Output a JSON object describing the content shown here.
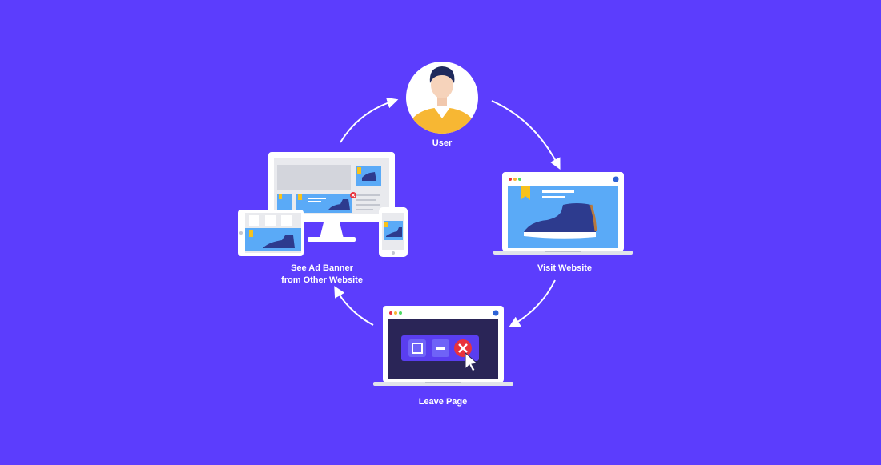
{
  "steps": {
    "user": {
      "label": "User"
    },
    "visit_website": {
      "label": "Visit Website"
    },
    "leave_page": {
      "label": "Leave Page"
    },
    "see_ad": {
      "label_line1": "See Ad Banner",
      "label_line2": "from Other Website"
    }
  },
  "icons": {
    "user": "user-avatar-icon",
    "visit": "laptop-shoe-icon",
    "leave": "laptop-close-window-icon",
    "ad": "multi-device-ad-banner-icon"
  },
  "colors": {
    "background": "#5c3dfd",
    "arrow": "#ffffff",
    "avatar_shirt": "#f7b733",
    "screen_blue": "#5aaaf7",
    "shoe_navy": "#2d3b8e",
    "close_red": "#e8323c",
    "dark_screen": "#2a2557",
    "bookmark_yellow": "#f7c21c"
  }
}
